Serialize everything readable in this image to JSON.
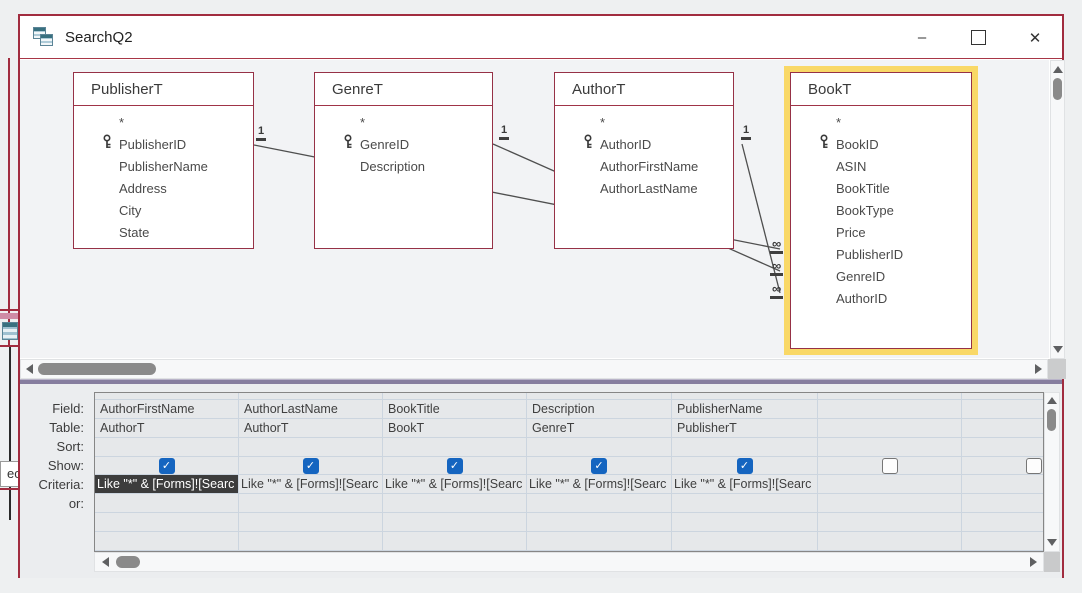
{
  "window": {
    "title": "SearchQ2",
    "controls": {
      "minimize": "–",
      "maximize": "",
      "close": "✕"
    }
  },
  "background_fragment": {
    "partial_text": "ec"
  },
  "icons": {
    "check": "✓"
  },
  "diagram": {
    "tables": [
      {
        "name": "PublisherT",
        "pk": "PublisherID",
        "selected": false,
        "fields": [
          "*",
          "PublisherID",
          "PublisherName",
          "Address",
          "City",
          "State"
        ]
      },
      {
        "name": "GenreT",
        "pk": "GenreID",
        "selected": false,
        "fields": [
          "*",
          "GenreID",
          "Description"
        ]
      },
      {
        "name": "AuthorT",
        "pk": "AuthorID",
        "selected": false,
        "fields": [
          "*",
          "AuthorID",
          "AuthorFirstName",
          "AuthorLastName"
        ]
      },
      {
        "name": "BookT",
        "pk": "BookID",
        "selected": true,
        "fields": [
          "*",
          "BookID",
          "ASIN",
          "BookTitle",
          "BookType",
          "Price",
          "PublisherID",
          "GenreID",
          "AuthorID"
        ]
      }
    ],
    "relationships": [
      {
        "from": "PublisherT",
        "to": "BookT",
        "one": "1",
        "many": "∞"
      },
      {
        "from": "GenreT",
        "to": "BookT",
        "one": "1",
        "many": "∞"
      },
      {
        "from": "AuthorT",
        "to": "BookT",
        "one": "1",
        "many": "∞"
      }
    ]
  },
  "grid": {
    "row_labels": [
      "Field:",
      "Table:",
      "Sort:",
      "Show:",
      "Criteria:",
      "or:"
    ],
    "columns": [
      {
        "field": "AuthorFirstName",
        "table": "AuthorT",
        "sort": "",
        "show": true,
        "selected": true,
        "criteria": "Like \"*\" & [Forms]![Searc"
      },
      {
        "field": "AuthorLastName",
        "table": "AuthorT",
        "sort": "",
        "show": true,
        "selected": false,
        "criteria": "Like \"*\" & [Forms]![Searc"
      },
      {
        "field": "BookTitle",
        "table": "BookT",
        "sort": "",
        "show": true,
        "selected": false,
        "criteria": "Like \"*\" & [Forms]![Searc"
      },
      {
        "field": "Description",
        "table": "GenreT",
        "sort": "",
        "show": true,
        "selected": false,
        "criteria": "Like \"*\" & [Forms]![Searc"
      },
      {
        "field": "PublisherName",
        "table": "PublisherT",
        "sort": "",
        "show": true,
        "selected": false,
        "criteria": "Like \"*\" & [Forms]![Searc"
      },
      {
        "field": "",
        "table": "",
        "sort": "",
        "show": false,
        "selected": false,
        "criteria": ""
      },
      {
        "field": "",
        "table": "",
        "sort": "",
        "show": false,
        "selected": false,
        "criteria": ""
      }
    ]
  },
  "colors": {
    "window_border": "#a12c3f",
    "table_border": "#963146",
    "selection_yellow": "#f9d867",
    "checkbox_blue": "#1565c0",
    "criteria_selected_bg": "#3c3c3c",
    "splitter": "#867e9f"
  }
}
